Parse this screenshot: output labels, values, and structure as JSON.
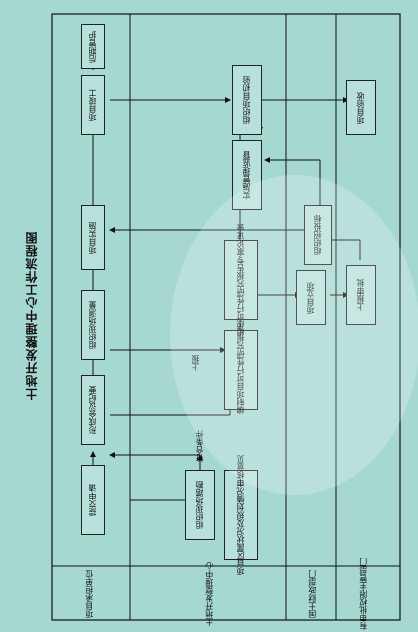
{
  "title": "土地开发整理中心工作流程图",
  "lanes": [
    {
      "label": "项目承担单位"
    },
    {
      "label": "土地开发整理中心"
    },
    {
      "label": "国土财政部门"
    },
    {
      "label": "有审批权限主管部门"
    }
  ],
  "boxes": {
    "submit": "提交申请",
    "site_survey": "组织现场踏勘",
    "project_doc": "项目区属状况及规划情况审核意见",
    "meeting_minutes": "形成会议纪要",
    "site_measure": "组织现场测量",
    "feasibility_report": "编制项目可行性研究报告",
    "feasibility_review": "组织可行性研究报告专家论证会",
    "project_setup": "项目立项",
    "report_approve": "上报审批",
    "implement": "项目实施",
    "bidding": "组织招投标",
    "manage": "实施管理监督",
    "completion": "项目竣工",
    "acceptance_org": "组织项目初验",
    "acceptance": "项目验收",
    "maintenance": "后期管护"
  },
  "notes": {
    "meets": "符合条件",
    "report_up": "上报"
  }
}
